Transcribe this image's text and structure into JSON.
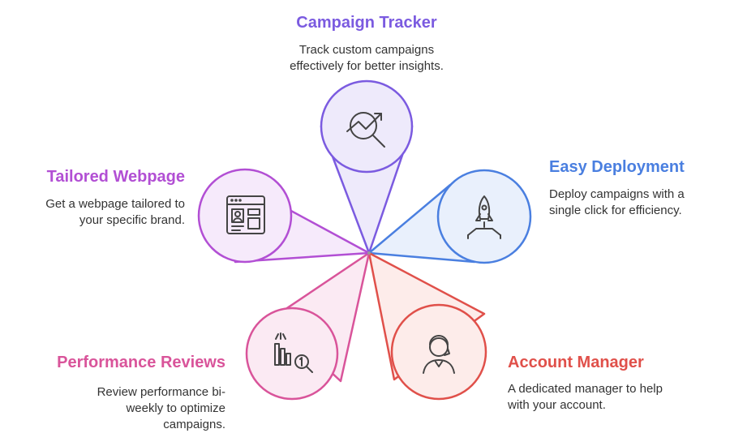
{
  "items": [
    {
      "id": "campaign-tracker",
      "title": "Campaign Tracker",
      "description": "Track custom campaigns effectively for better insights.",
      "color": "#7B5BE0",
      "fill": "#EEEAFB",
      "icon": "growth-chart-magnifier-icon"
    },
    {
      "id": "easy-deployment",
      "title": "Easy Deployment",
      "description": "Deploy campaigns with a single click for efficiency.",
      "color": "#4A7FE0",
      "fill": "#E9F0FC",
      "icon": "rocket-launch-icon"
    },
    {
      "id": "account-manager",
      "title": "Account Manager",
      "description": "A dedicated manager to help with your account.",
      "color": "#E0504A",
      "fill": "#FDECEA",
      "icon": "headset-person-icon"
    },
    {
      "id": "performance-reviews",
      "title": "Performance Reviews",
      "description": "Review performance bi-weekly to optimize campaigns.",
      "color": "#D9549A",
      "fill": "#FBEAF3",
      "icon": "bar-chart-review-icon"
    },
    {
      "id": "tailored-webpage",
      "title": "Tailored Webpage",
      "description": "Get a webpage tailored to your specific brand.",
      "color": "#B24FD4",
      "fill": "#F6EAFB",
      "icon": "webpage-layout-icon"
    }
  ]
}
